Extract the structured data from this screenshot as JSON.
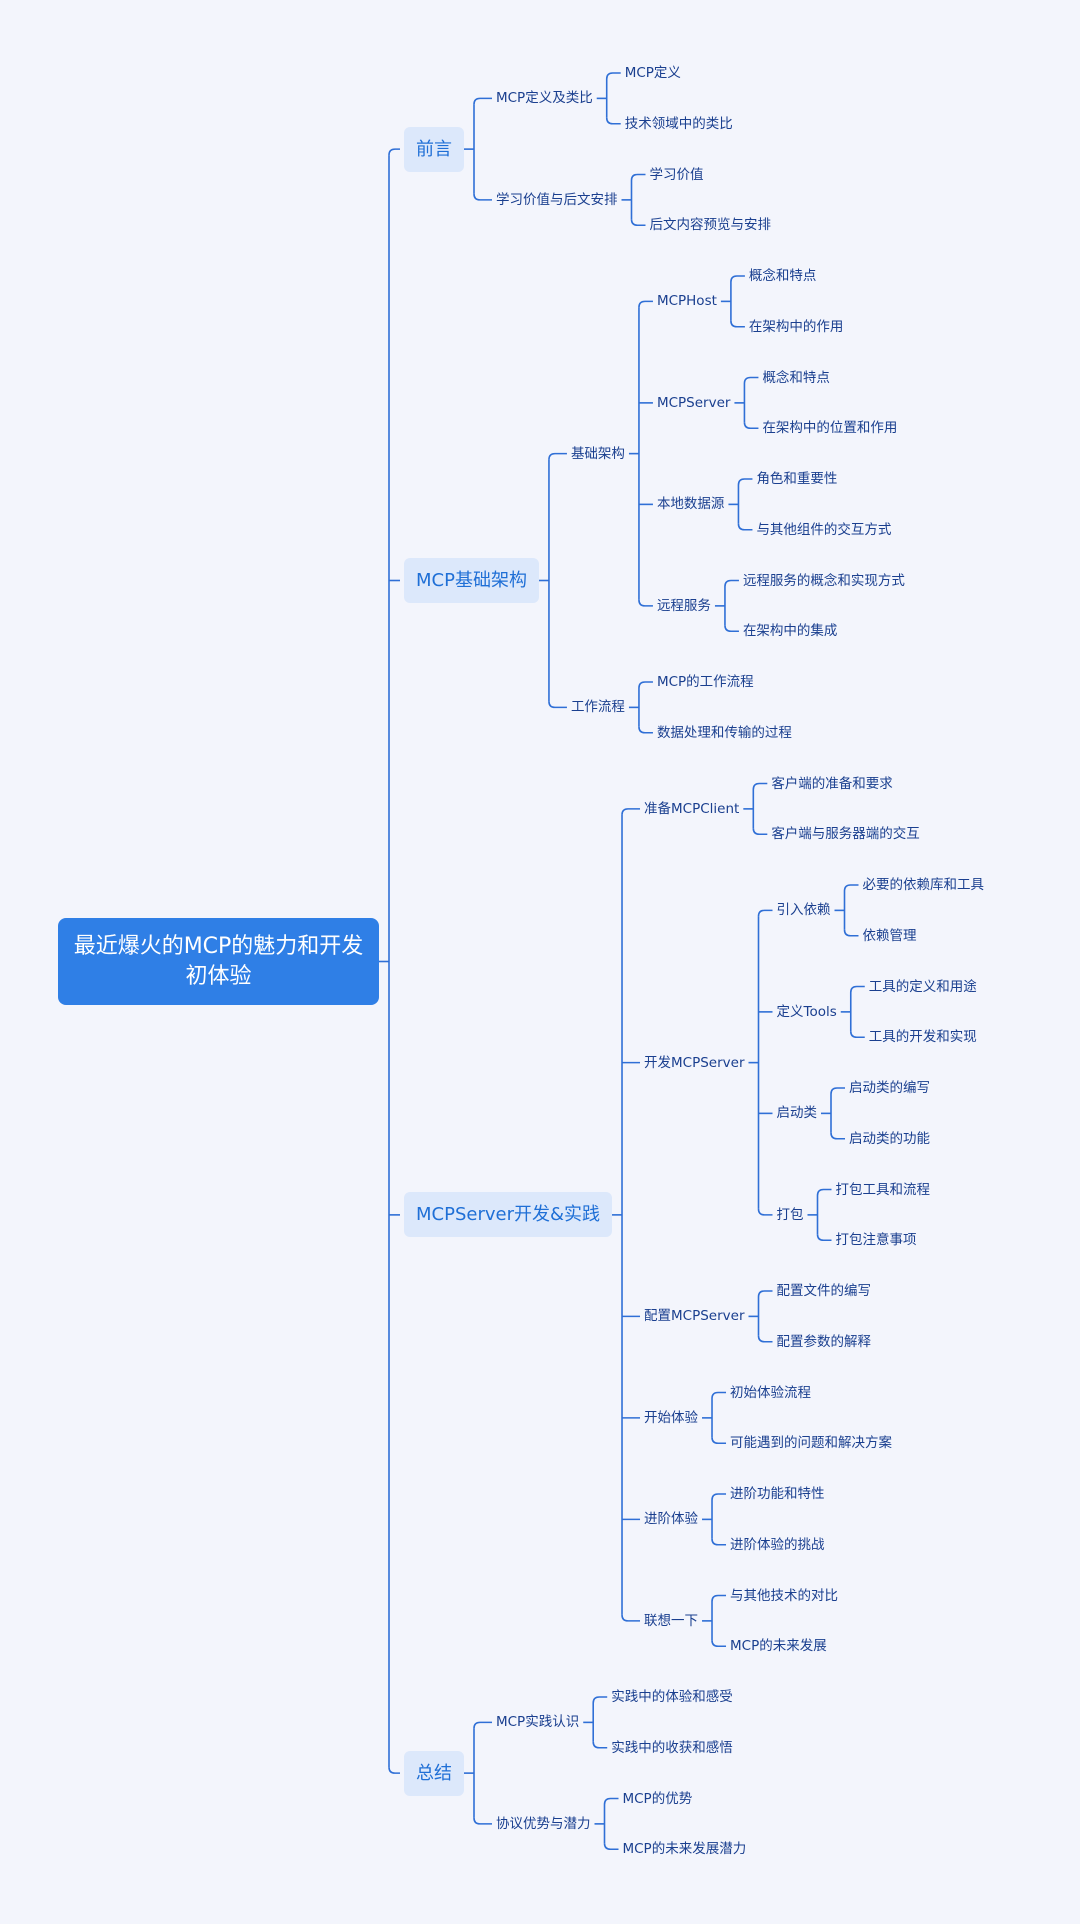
{
  "root": "最近爆火的MCP的魅力和开发初体验",
  "sections": [
    {
      "label": "前言",
      "children": [
        {
          "label": "MCP定义及类比",
          "children": [
            {
              "label": "MCP定义"
            },
            {
              "label": "技术领域中的类比"
            }
          ]
        },
        {
          "label": "学习价值与后文安排",
          "children": [
            {
              "label": "学习价值"
            },
            {
              "label": "后文内容预览与安排"
            }
          ]
        }
      ]
    },
    {
      "label": "MCP基础架构",
      "children": [
        {
          "label": "基础架构",
          "children": [
            {
              "label": "MCPHost",
              "children": [
                {
                  "label": "概念和特点"
                },
                {
                  "label": "在架构中的作用"
                }
              ]
            },
            {
              "label": "MCPServer",
              "children": [
                {
                  "label": "概念和特点"
                },
                {
                  "label": "在架构中的位置和作用"
                }
              ]
            },
            {
              "label": "本地数据源",
              "children": [
                {
                  "label": "角色和重要性"
                },
                {
                  "label": "与其他组件的交互方式"
                }
              ]
            },
            {
              "label": "远程服务",
              "children": [
                {
                  "label": "远程服务的概念和实现方式"
                },
                {
                  "label": "在架构中的集成"
                }
              ]
            }
          ]
        },
        {
          "label": "工作流程",
          "children": [
            {
              "label": "MCP的工作流程"
            },
            {
              "label": "数据处理和传输的过程"
            }
          ]
        }
      ]
    },
    {
      "label": "MCPServer开发&实践",
      "children": [
        {
          "label": "准备MCPClient",
          "children": [
            {
              "label": "客户端的准备和要求"
            },
            {
              "label": "客户端与服务器端的交互"
            }
          ]
        },
        {
          "label": "开发MCPServer",
          "children": [
            {
              "label": "引入依赖",
              "children": [
                {
                  "label": "必要的依赖库和工具"
                },
                {
                  "label": "依赖管理"
                }
              ]
            },
            {
              "label": "定义Tools",
              "children": [
                {
                  "label": "工具的定义和用途"
                },
                {
                  "label": "工具的开发和实现"
                }
              ]
            },
            {
              "label": "启动类",
              "children": [
                {
                  "label": "启动类的编写"
                },
                {
                  "label": "启动类的功能"
                }
              ]
            },
            {
              "label": "打包",
              "children": [
                {
                  "label": "打包工具和流程"
                },
                {
                  "label": "打包注意事项"
                }
              ]
            }
          ]
        },
        {
          "label": "配置MCPServer",
          "children": [
            {
              "label": "配置文件的编写"
            },
            {
              "label": "配置参数的解释"
            }
          ]
        },
        {
          "label": "开始体验",
          "children": [
            {
              "label": "初始体验流程"
            },
            {
              "label": "可能遇到的问题和解决方案"
            }
          ]
        },
        {
          "label": "进阶体验",
          "children": [
            {
              "label": "进阶功能和特性"
            },
            {
              "label": "进阶体验的挑战"
            }
          ]
        },
        {
          "label": "联想一下",
          "children": [
            {
              "label": "与其他技术的对比"
            },
            {
              "label": "MCP的未来发展"
            }
          ]
        }
      ]
    },
    {
      "label": "总结",
      "children": [
        {
          "label": "MCP实践认识",
          "children": [
            {
              "label": "实践中的体验和感受"
            },
            {
              "label": "实践中的收获和感悟"
            }
          ]
        },
        {
          "label": "协议优势与潜力",
          "children": [
            {
              "label": "MCP的优势"
            },
            {
              "label": "MCP的未来发展潜力"
            }
          ]
        }
      ]
    }
  ],
  "colors": {
    "line": "#2f6fd6",
    "root_bg": "#2f7fe6",
    "section_bg": "#dce8fb",
    "text": "#1a3f8f",
    "background": "#f3f5fc"
  }
}
